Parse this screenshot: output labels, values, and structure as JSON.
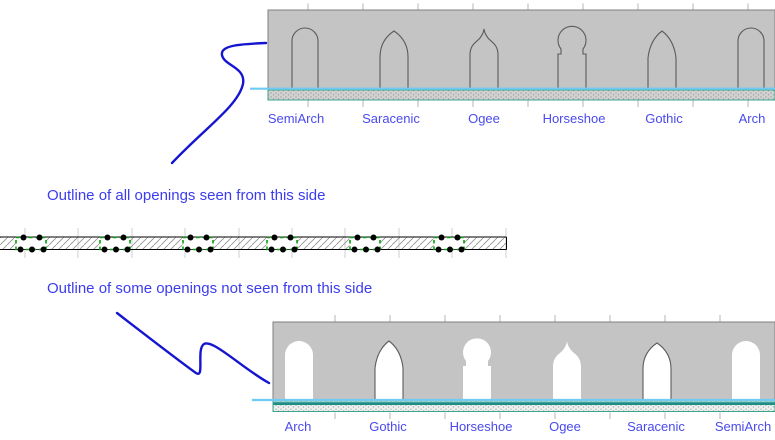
{
  "annotations": {
    "front_note": "Outline of all openings seen from this side",
    "back_note": "Outline of some openings not seen from this side"
  },
  "top_panel": {
    "description_name": "front-elevation",
    "labels": [
      "SemiArch",
      "Saracenic",
      "Ogee",
      "Horseshoe",
      "Gothic",
      "Arch"
    ]
  },
  "bottom_panel": {
    "description_name": "back-elevation",
    "labels": [
      "Arch",
      "Gothic",
      "Horseshoe",
      "Ogee",
      "Saracenic",
      "SemiArch"
    ]
  },
  "plan_view": {
    "openings_count": 6
  },
  "colors": {
    "wall_gray": "#c4c4c4",
    "panel_border": "#7f7f7f",
    "arch_outline": "#5c5c5c",
    "floor_cyan": "#6fcbf1",
    "sill_teal": "#39a68c",
    "sill_dark_teal": "#1d8d86",
    "opening_green": "#00a40a",
    "grip_black": "#000000",
    "annotation_blue": "#3c3cef",
    "leader_blue": "#1515cf",
    "grid_gray": "#b5b5b5"
  }
}
